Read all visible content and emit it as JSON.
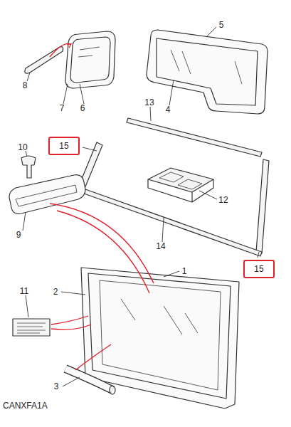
{
  "diagram": {
    "nodes": [
      {
        "text": [
          "15"
        ]
      },
      {
        "text": [
          "15"
        ]
      }
    ],
    "labels": [
      "8",
      "7",
      "6",
      "5",
      "4",
      "13",
      "10",
      "12",
      "9",
      "14",
      "1",
      "11",
      "2",
      "3",
      "CANXFA1A"
    ]
  }
}
